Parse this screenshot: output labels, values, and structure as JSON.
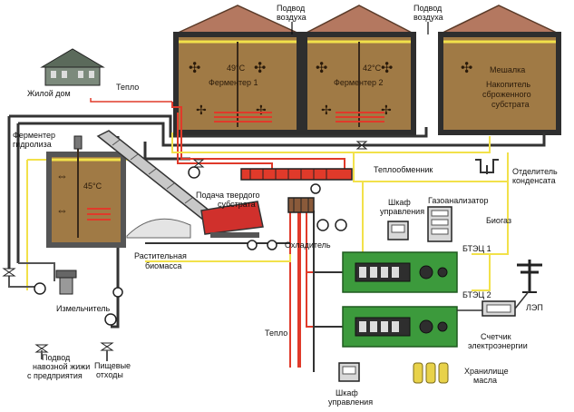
{
  "labels": {
    "air_inlet_1": [
      "Подвод",
      "воздуха"
    ],
    "air_inlet_2": [
      "Подвод",
      "воздуха"
    ],
    "fermenter1_temp": "49°С",
    "fermenter1_name": "Ферментер 1",
    "fermenter2_temp": "42°С",
    "fermenter2_name": "Ферментер 2",
    "mixer": "Мешалка",
    "storage": [
      "Накопитель",
      "сброженного",
      "субстрата"
    ],
    "house": "Жилой дом",
    "heat_top": "Тепло",
    "hydrolysis": [
      "Ферментер",
      "гидролиза"
    ],
    "hydrolysis_temp": "45°С",
    "heat_exchanger": "Теплообменник",
    "condensate": [
      "Отделитель",
      "конденсата"
    ],
    "solid_feed": [
      "Подача твердого",
      "субстрата"
    ],
    "control_cabinet_top": [
      "Шкаф",
      "управления"
    ],
    "gas_analyzer": "Газоанализатор",
    "biogas": "Биогаз",
    "cooler": "Охладитель",
    "plant_biomass": [
      "Растительная",
      "биомасса"
    ],
    "chp1": "БТЭЦ 1",
    "chp2": "БТЭЦ 2",
    "power_line": "ЛЭП",
    "shredder": "Измельчитель",
    "heat_bottom": "Тепло",
    "meter": [
      "Счетчик",
      "электроэнергии"
    ],
    "manure_inlet": [
      "Подвод",
      "навозной жижи",
      "с предприятия"
    ],
    "food_waste": [
      "Пищевые",
      "отходы"
    ],
    "oil_storage": [
      "Хранилище",
      "масла"
    ],
    "control_cabinet_bottom": [
      "Шкаф",
      "управления"
    ]
  },
  "colors": {
    "tank_wall": "#2e2e2e",
    "tank_fill": "#a07a45",
    "roof": "#b47860",
    "biogas_line": "#f2e14a",
    "heat_line": "#e03a2a",
    "chp_body": "#3c9a3c",
    "cold_line": "#333333"
  }
}
